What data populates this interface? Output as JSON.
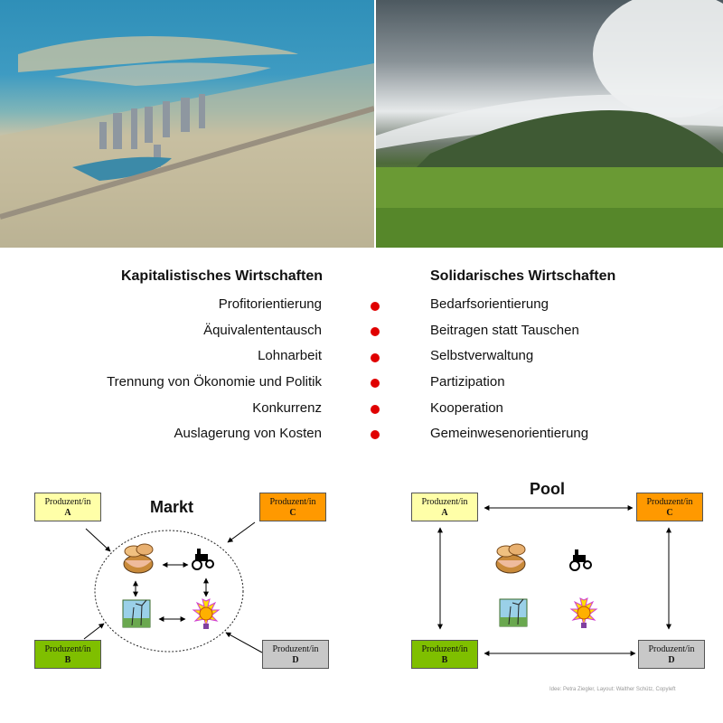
{
  "columns": {
    "left_title": "Kapitalistisches Wirtschaften",
    "right_title": "Solidarisches Wirtschaften",
    "left_items": [
      "Profitorientierung",
      "Äquivalententausch",
      "Lohnarbeit",
      "Trennung von Ökonomie und Politik",
      "Konkurrenz",
      "Auslagerung von Kosten"
    ],
    "right_items": [
      "Bedarfsorientierung",
      "Beitragen statt Tauschen",
      "Selbstverwaltung",
      "Partizipation",
      "Kooperation",
      "Gemeinwesenorientierung"
    ]
  },
  "markt": {
    "title": "Markt",
    "boxes": [
      {
        "label": "Produzent/in",
        "letter": "A",
        "color": "#ffffa8"
      },
      {
        "label": "Produzent/in",
        "letter": "C",
        "color": "#ff9900"
      },
      {
        "label": "Produzent/in",
        "letter": "B",
        "color": "#7fbf00"
      },
      {
        "label": "Produzent/in",
        "letter": "D",
        "color": "#c8c8c8"
      }
    ]
  },
  "pool": {
    "title": "Pool",
    "boxes": [
      {
        "label": "Produzent/in",
        "letter": "A",
        "color": "#ffffa8"
      },
      {
        "label": "Produzent/in",
        "letter": "C",
        "color": "#ff9900"
      },
      {
        "label": "Produzent/in",
        "letter": "B",
        "color": "#7fbf00"
      },
      {
        "label": "Produzent/in",
        "letter": "D",
        "color": "#c8c8c8"
      }
    ]
  },
  "icons": [
    "bread-basket-icon",
    "tractor-icon",
    "wind-turbine-icon",
    "lightbulb-icon"
  ],
  "credit": "Idee: Petra Ziegler, Layout: Walther Schütz, Copyleft"
}
